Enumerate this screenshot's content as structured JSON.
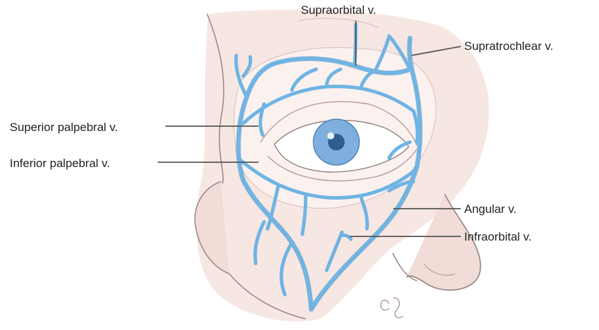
{
  "figure": {
    "labels": {
      "supraorbital": "Supraorbital v.",
      "supratrochlear": "Supratrochlear v.",
      "superior_palpebral": "Superior palpebral v.",
      "inferior_palpebral": "Inferior palpebral v.",
      "angular": "Angular v.",
      "infraorbital": "Infraorbital v."
    },
    "colors": {
      "vein": "#6fb4e3",
      "vein_dark": "#3f8fc9",
      "skin": "#f6e7e3",
      "skin_shadow": "#eccfca",
      "outline": "#9a8a88",
      "leader": "#555555",
      "iris": "#7fb0dd"
    }
  }
}
